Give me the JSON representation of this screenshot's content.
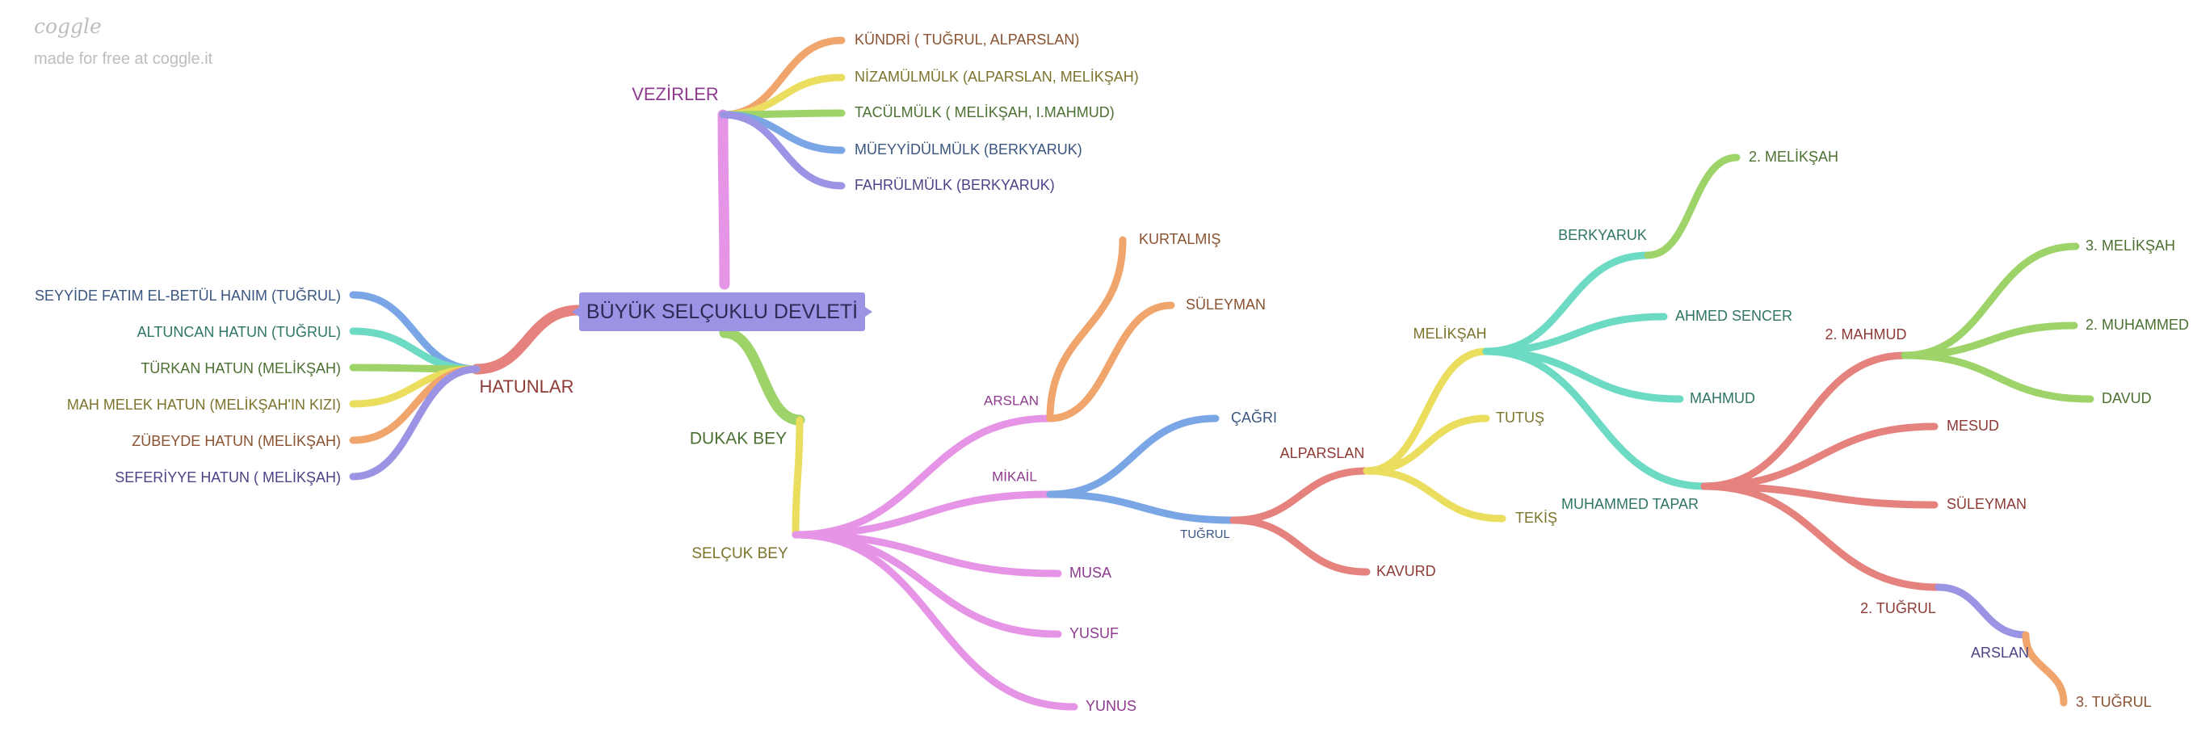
{
  "watermark": {
    "logo": "coggle",
    "note": "made for free at coggle.it"
  },
  "root": {
    "label": "BÜYÜK SELÇUKLU DEVLETİ",
    "color": "#9b93e3"
  },
  "colors": {
    "purple": "#9b93e3",
    "pink": "#e695e6",
    "orange": "#f0a56c",
    "yellow": "#ebde5f",
    "green": "#9ed36a",
    "blue": "#7aa6e6",
    "teal": "#6ddac4",
    "red": "#e5827e"
  },
  "nodes": [
    {
      "id": "vezirler",
      "label": "VEZİRLER",
      "color": "#e695e6",
      "text": "#8e3a8e"
    },
    {
      "id": "kundri",
      "label": "KÜNDRİ ( TUĞRUL, ALPARSLAN)",
      "color": "#f0a56c",
      "text": "#8a5230"
    },
    {
      "id": "nizam",
      "label": "NİZAMÜLMÜLK (ALPARSLAN, MELİKŞAH)",
      "color": "#ebde5f",
      "text": "#7c742c"
    },
    {
      "id": "tacul",
      "label": "TACÜLMÜLK ( MELİKŞAH, I.MAHMUD)",
      "color": "#9ed36a",
      "text": "#4c7032"
    },
    {
      "id": "mueyyid",
      "label": "MÜEYYİDÜLMÜLK (BERKYARUK)",
      "color": "#7aa6e6",
      "text": "#3a5680"
    },
    {
      "id": "fahrul",
      "label": "FAHRÜLMÜLK (BERKYARUK)",
      "color": "#9b93e3",
      "text": "#4a4486"
    },
    {
      "id": "hatunlar",
      "label": "HATUNLAR",
      "color": "#e5827e",
      "text": "#8e3a36"
    },
    {
      "id": "seyyide",
      "label": "SEYYİDE FATIM EL-BETÜL HANIM (TUĞRUL)",
      "color": "#7aa6e6",
      "text": "#3a5680"
    },
    {
      "id": "altuncan",
      "label": "ALTUNCAN HATUN (TUĞRUL)",
      "color": "#6ddac4",
      "text": "#2f7566"
    },
    {
      "id": "turkan",
      "label": "TÜRKAN HATUN (MELİKŞAH)",
      "color": "#9ed36a",
      "text": "#4c7032"
    },
    {
      "id": "mahmelek",
      "label": "MAH MELEK HATUN (MELİKŞAH'IN KIZI)",
      "color": "#ebde5f",
      "text": "#7c742c"
    },
    {
      "id": "zubeyde",
      "label": "ZÜBEYDE HATUN (MELİKŞAH)",
      "color": "#f0a56c",
      "text": "#8a5230"
    },
    {
      "id": "seferiyye",
      "label": "SEFERİYYE HATUN ( MELİKŞAH)",
      "color": "#9b93e3",
      "text": "#4a4486"
    },
    {
      "id": "dukak",
      "label": "DUKAK BEY",
      "color": "#9ed36a",
      "text": "#4c7032"
    },
    {
      "id": "selcuk",
      "label": "SELÇUK BEY",
      "color": "#ebde5f",
      "text": "#7c742c"
    },
    {
      "id": "arslan",
      "label": "ARSLAN",
      "color": "#e695e6",
      "text": "#8e3a8e"
    },
    {
      "id": "kurtalmis",
      "label": "KURTALMIŞ",
      "color": "#f0a56c",
      "text": "#8a5230"
    },
    {
      "id": "suleyman1",
      "label": "SÜLEYMAN",
      "color": "#f0a56c",
      "text": "#8a5230"
    },
    {
      "id": "mikail",
      "label": "MİKAİL",
      "color": "#e695e6",
      "text": "#8e3a8e"
    },
    {
      "id": "cagri",
      "label": "ÇAĞRI",
      "color": "#7aa6e6",
      "text": "#3a5680"
    },
    {
      "id": "tugrul",
      "label": "TUĞRUL",
      "color": "#7aa6e6",
      "text": "#3a5680"
    },
    {
      "id": "musa",
      "label": "MUSA",
      "color": "#e695e6",
      "text": "#8e3a8e"
    },
    {
      "id": "yusuf",
      "label": "YUSUF",
      "color": "#e695e6",
      "text": "#8e3a8e"
    },
    {
      "id": "yunus",
      "label": "YUNUS",
      "color": "#e695e6",
      "text": "#8e3a8e"
    },
    {
      "id": "alparslan",
      "label": "ALPARSLAN",
      "color": "#e5827e",
      "text": "#8e3a36"
    },
    {
      "id": "kavurd",
      "label": "KAVURD",
      "color": "#e5827e",
      "text": "#8e3a36"
    },
    {
      "id": "meliksah",
      "label": "MELİKŞAH",
      "color": "#ebde5f",
      "text": "#7c742c"
    },
    {
      "id": "tutus",
      "label": "TUTUŞ",
      "color": "#ebde5f",
      "text": "#7c742c"
    },
    {
      "id": "tekis",
      "label": "TEKİŞ",
      "color": "#ebde5f",
      "text": "#7c742c"
    },
    {
      "id": "berkyaruk",
      "label": "BERKYARUK",
      "color": "#6ddac4",
      "text": "#2f7566"
    },
    {
      "id": "meliksah2",
      "label": "2.  MELİKŞAH",
      "color": "#9ed36a",
      "text": "#4c7032"
    },
    {
      "id": "ahmed",
      "label": "AHMED SENCER",
      "color": "#6ddac4",
      "text": "#2f7566"
    },
    {
      "id": "mahmud",
      "label": "MAHMUD",
      "color": "#6ddac4",
      "text": "#2f7566"
    },
    {
      "id": "muhammed",
      "label": "MUHAMMED TAPAR",
      "color": "#6ddac4",
      "text": "#2f7566"
    },
    {
      "id": "mahmud2",
      "label": "2.  MAHMUD",
      "color": "#e5827e",
      "text": "#8e3a36"
    },
    {
      "id": "meliksah3",
      "label": "3.  MELİKŞAH",
      "color": "#9ed36a",
      "text": "#4c7032"
    },
    {
      "id": "muhammed2",
      "label": "2.  MUHAMMED",
      "color": "#9ed36a",
      "text": "#4c7032"
    },
    {
      "id": "davud",
      "label": "DAVUD",
      "color": "#9ed36a",
      "text": "#4c7032"
    },
    {
      "id": "mesud",
      "label": "MESUD",
      "color": "#e5827e",
      "text": "#8e3a36"
    },
    {
      "id": "suleyman2",
      "label": "SÜLEYMAN",
      "color": "#e5827e",
      "text": "#8e3a36"
    },
    {
      "id": "tugrul2",
      "label": "2.  TUĞRUL",
      "color": "#e5827e",
      "text": "#8e3a36"
    },
    {
      "id": "arslan2",
      "label": "ARSLAN",
      "color": "#9b93e3",
      "text": "#4a4486"
    },
    {
      "id": "tugrul3",
      "label": "3.  TUĞRUL",
      "color": "#f0a56c",
      "text": "#8a5230"
    }
  ],
  "edges": [
    [
      "root",
      "vezirler"
    ],
    [
      "vezirler",
      "kundri"
    ],
    [
      "vezirler",
      "nizam"
    ],
    [
      "vezirler",
      "tacul"
    ],
    [
      "vezirler",
      "mueyyid"
    ],
    [
      "vezirler",
      "fahrul"
    ],
    [
      "root",
      "hatunlar"
    ],
    [
      "hatunlar",
      "seyyide"
    ],
    [
      "hatunlar",
      "altuncan"
    ],
    [
      "hatunlar",
      "turkan"
    ],
    [
      "hatunlar",
      "mahmelek"
    ],
    [
      "hatunlar",
      "zubeyde"
    ],
    [
      "hatunlar",
      "seferiyye"
    ],
    [
      "root",
      "dukak"
    ],
    [
      "dukak",
      "selcuk"
    ],
    [
      "selcuk",
      "arslan"
    ],
    [
      "arslan",
      "kurtalmis"
    ],
    [
      "arslan",
      "suleyman1"
    ],
    [
      "selcuk",
      "mikail"
    ],
    [
      "mikail",
      "cagri"
    ],
    [
      "mikail",
      "tugrul"
    ],
    [
      "selcuk",
      "musa"
    ],
    [
      "selcuk",
      "yusuf"
    ],
    [
      "selcuk",
      "yunus"
    ],
    [
      "tugrul",
      "alparslan"
    ],
    [
      "tugrul",
      "kavurd"
    ],
    [
      "alparslan",
      "meliksah"
    ],
    [
      "alparslan",
      "tutus"
    ],
    [
      "alparslan",
      "tekis"
    ],
    [
      "meliksah",
      "berkyaruk"
    ],
    [
      "berkyaruk",
      "meliksah2"
    ],
    [
      "meliksah",
      "ahmed"
    ],
    [
      "meliksah",
      "mahmud"
    ],
    [
      "meliksah",
      "muhammed"
    ],
    [
      "muhammed",
      "mahmud2"
    ],
    [
      "mahmud2",
      "meliksah3"
    ],
    [
      "mahmud2",
      "muhammed2"
    ],
    [
      "mahmud2",
      "davud"
    ],
    [
      "muhammed",
      "mesud"
    ],
    [
      "muhammed",
      "suleyman2"
    ],
    [
      "muhammed",
      "tugrul2"
    ],
    [
      "tugrul2",
      "arslan2"
    ],
    [
      "arslan2",
      "tugrul3"
    ]
  ]
}
